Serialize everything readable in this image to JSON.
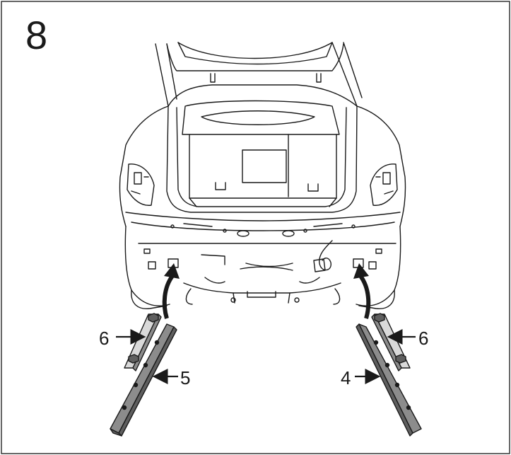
{
  "step": {
    "number": "8"
  },
  "callouts": {
    "left_plate": "6",
    "left_rail": "5",
    "right_rail": "4",
    "right_plate": "6"
  },
  "colors": {
    "line": "#1a1a1a",
    "rail_fill": "#8c8c8c",
    "rail_shade": "#5f5f5f",
    "plate_fill": "#d9d9d9",
    "border": "#333333"
  },
  "icons": [
    "arrow-left-icon",
    "arrow-right-icon",
    "curved-arrow-up-icon",
    "bolt-icon"
  ]
}
